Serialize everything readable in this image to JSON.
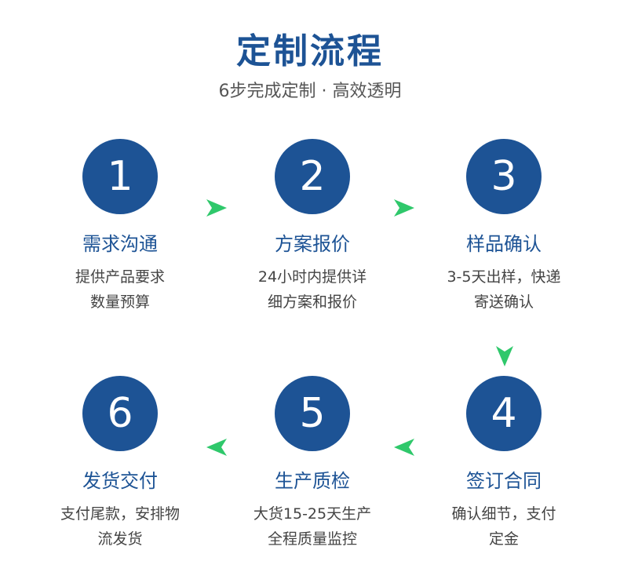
{
  "header": {
    "title": "定制流程",
    "subtitle": "6步完成定制 · 高效透明"
  },
  "colors": {
    "primary": "#1d5395",
    "arrow": "#2fc86b",
    "text": "#444444"
  },
  "steps": [
    {
      "number": "1",
      "title": "需求沟通",
      "desc": "提供产品要求\n数量预算"
    },
    {
      "number": "2",
      "title": "方案报价",
      "desc": "24小时内提供详\n细方案和报价"
    },
    {
      "number": "3",
      "title": "样品确认",
      "desc": "3-5天出样，快递\n寄送确认"
    },
    {
      "number": "4",
      "title": "签订合同",
      "desc": "确认细节，支付\n定金"
    },
    {
      "number": "5",
      "title": "生产质检",
      "desc": "大货15-25天生产\n全程质量监控"
    },
    {
      "number": "6",
      "title": "发货交付",
      "desc": "支付尾款，安排物\n流发货"
    }
  ],
  "arrows": [
    "arrow-right-icon",
    "arrow-right-icon",
    "arrow-down-icon",
    "arrow-left-icon",
    "arrow-left-icon"
  ]
}
